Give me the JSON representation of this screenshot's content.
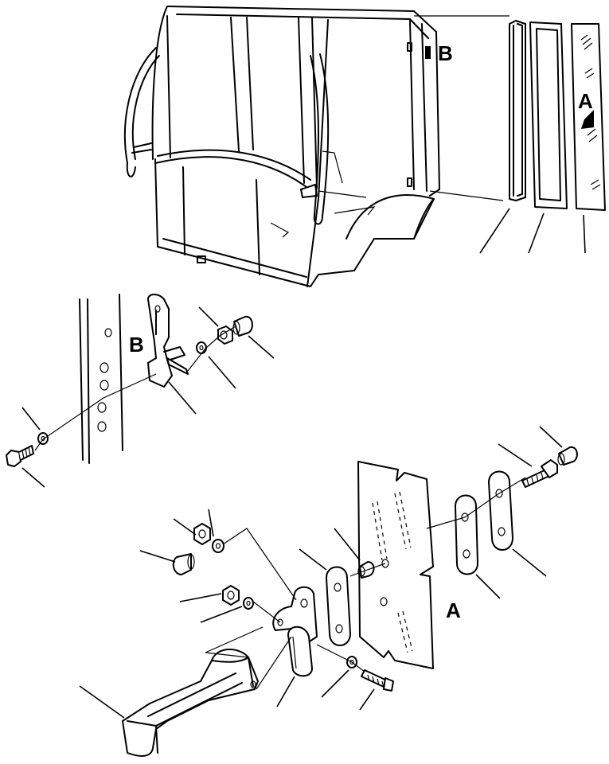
{
  "figure": {
    "labels": {
      "detail_a_main": "A",
      "detail_a_on_glass": "A",
      "detail_b_on_cab": "B",
      "detail_b_hinge": "B"
    }
  }
}
